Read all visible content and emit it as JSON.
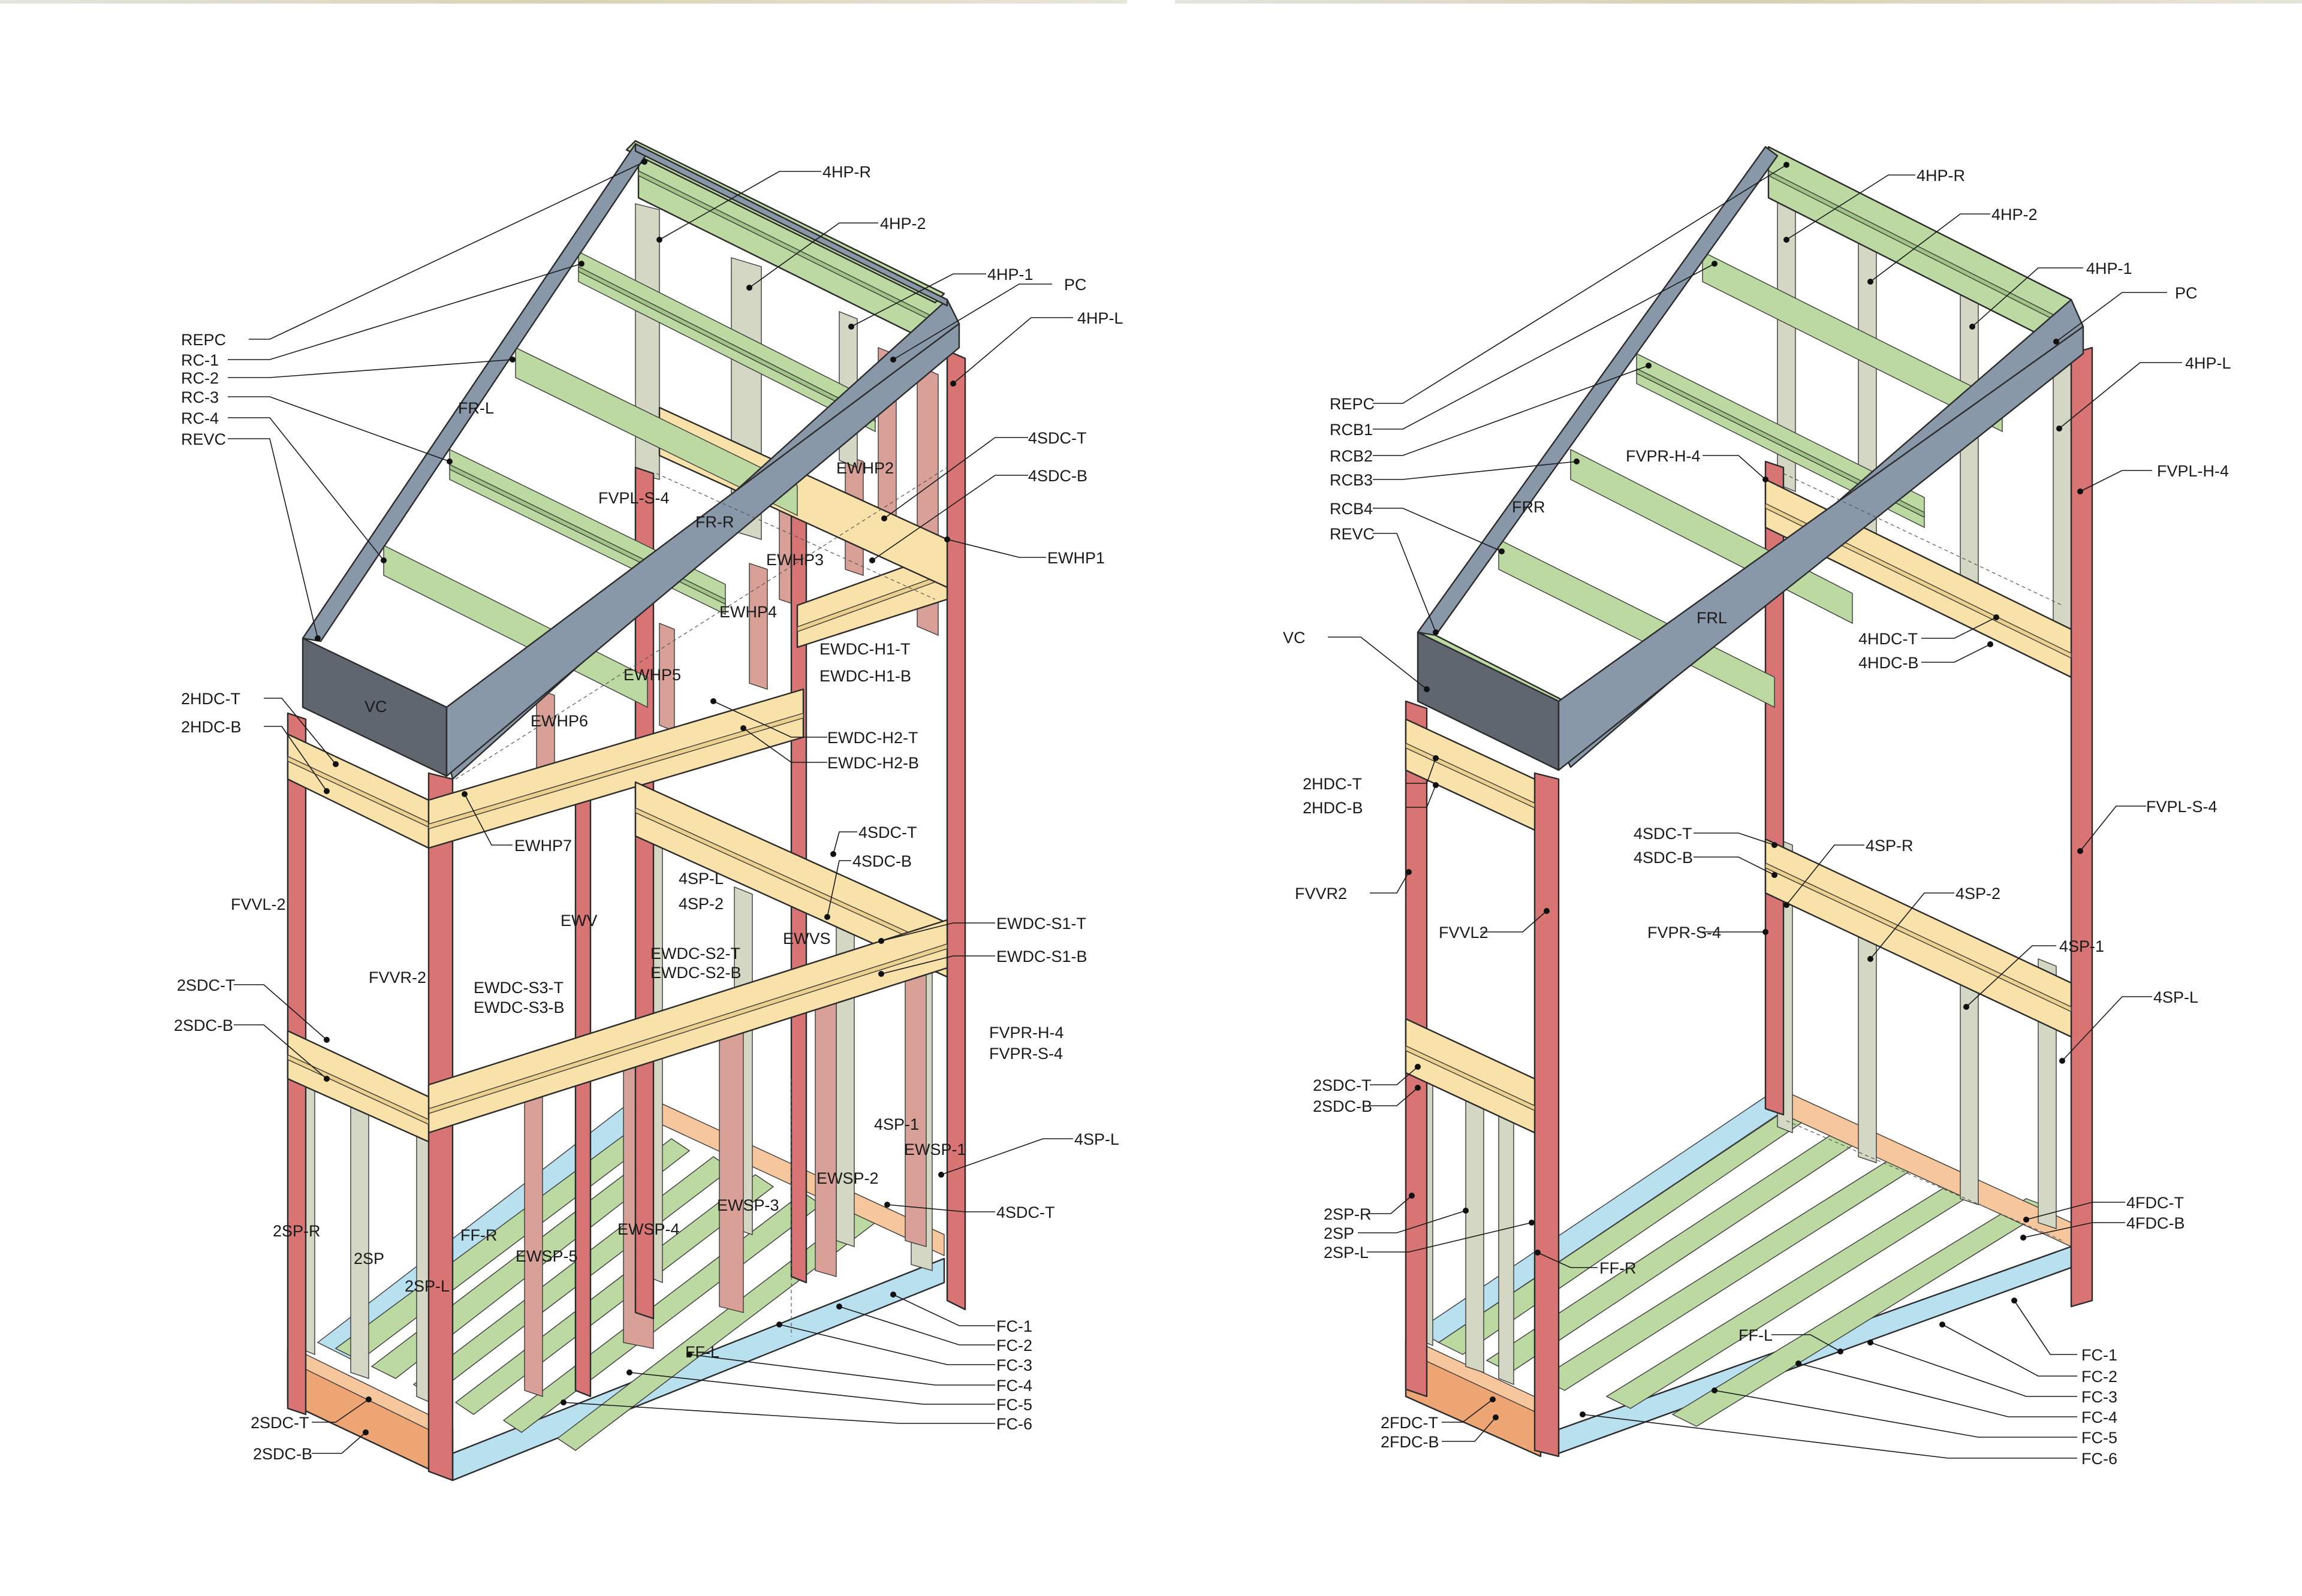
{
  "colors": {
    "rafter": "#8898a8",
    "valley": "#5f6670",
    "cross_member": "#bcd9a2",
    "dimensional": "#f8e2aa",
    "vertical_post": "#d97474",
    "stud": "#d3d7c3",
    "end_wall": "#d8a096",
    "floor": "#b8e0ee",
    "floor_dimensional": "#eda574"
  },
  "left_view": {
    "labels": [
      "REPC",
      "RC-1",
      "RC-2",
      "RC-3",
      "RC-4",
      "REVC",
      "4HP-R",
      "4HP-2",
      "4HP-1",
      "PC",
      "4HP-L",
      "4SDC-T",
      "4SDC-B",
      "EWHP1",
      "EWHP2",
      "EWHP3",
      "EWHP4",
      "EWDC-H1-T",
      "EWDC-H1-B",
      "EWHP5",
      "EWHP6",
      "EWDC-H2-T",
      "EWDC-H2-B",
      "FR-L",
      "FR-R",
      "FVPL-S-4",
      "VC",
      "2HDC-T",
      "2HDC-B",
      "EWHP7",
      "FVVL-2",
      "FVVR-2",
      "EWV",
      "4SP-L",
      "4SP-2",
      "4SDC-T",
      "4SDC-B",
      "EWVS",
      "EWDC-S1-T",
      "EWDC-S1-B",
      "EWDC-S2-T",
      "EWDC-S2-B",
      "EWDC-S3-T",
      "EWDC-S3-B",
      "2SDC-T",
      "2SDC-B",
      "FVPR-H-4",
      "FVPR-S-4",
      "4SP-1",
      "EWSP-1",
      "4SP-L",
      "EWSP-2",
      "4SDC-T",
      "EWSP-3",
      "EWSP-4",
      "EWSP-5",
      "2SP-R",
      "2SP",
      "2SP-L",
      "FF-R",
      "FF-L",
      "FC-1",
      "FC-2",
      "FC-3",
      "FC-4",
      "FC-5",
      "FC-6",
      "2SDC-T",
      "2SDC-B"
    ]
  },
  "right_view": {
    "labels": [
      "4HP-R",
      "4HP-2",
      "4HP-1",
      "PC",
      "4HP-L",
      "REPC",
      "RCB1",
      "RCB2",
      "RCB3",
      "RCB4",
      "REVC",
      "FVPR-H-4",
      "FVPL-H-4",
      "FRR",
      "FRL",
      "VC",
      "4HDC-T",
      "4HDC-B",
      "2HDC-T",
      "2HDC-B",
      "4SDC-T",
      "4SDC-B",
      "4SP-R",
      "FVPL-S-4",
      "FVVR2",
      "FVVL2",
      "4SP-2",
      "FVPR-S-4",
      "4SP-1",
      "4SP-L",
      "2SDC-T",
      "2SDC-B",
      "2SP-R",
      "2SP",
      "2SP-L",
      "4FDC-T",
      "4FDC-B",
      "FF-R",
      "FF-L",
      "FC-1",
      "FC-2",
      "FC-3",
      "FC-4",
      "FC-5",
      "FC-6",
      "2FDC-T",
      "2FDC-B"
    ]
  }
}
